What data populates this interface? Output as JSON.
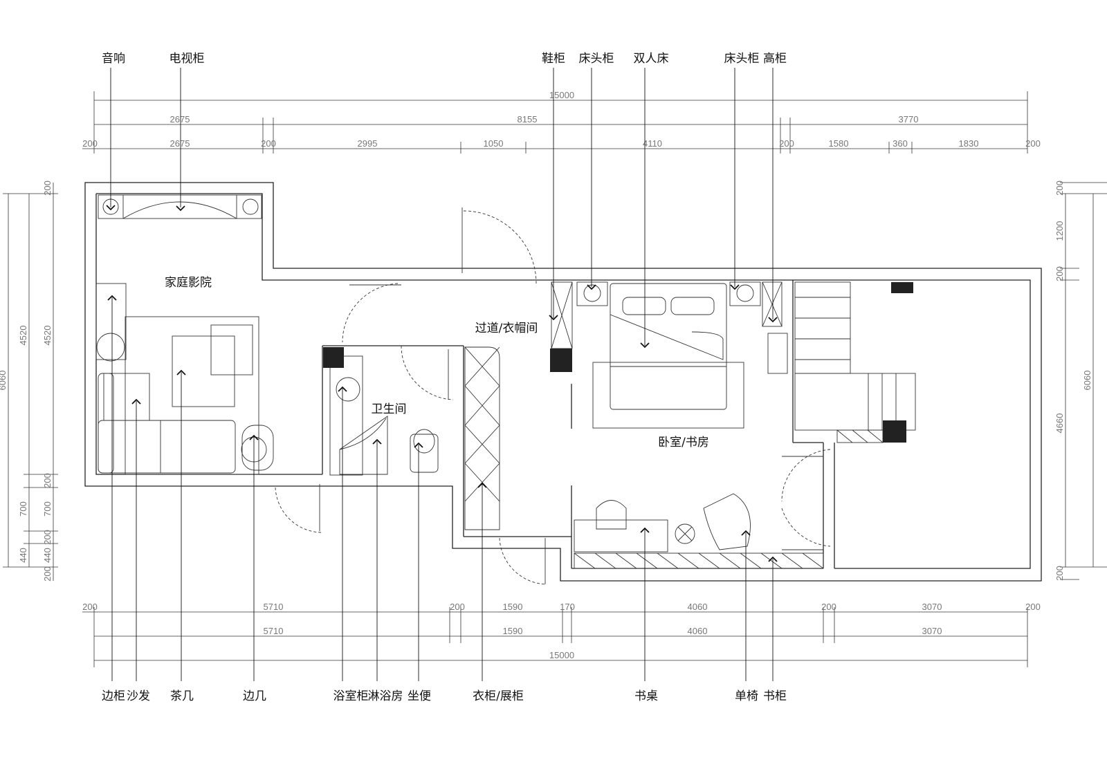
{
  "labels_top": [
    "音响",
    "电视柜",
    "鞋柜",
    "床头柜",
    "双人床",
    "床头柜",
    "高柜"
  ],
  "labels_bottom": [
    "边柜",
    "沙发",
    "茶几",
    "边几",
    "浴室柜",
    "淋浴房",
    "坐便",
    "衣柜/展柜",
    "书桌",
    "单椅",
    "书柜"
  ],
  "rooms": [
    "家庭影院",
    "过道/衣帽间",
    "卫生间",
    "卧室/书房"
  ],
  "dims_top": {
    "total": "15000",
    "row2": [
      "2675",
      "8155",
      "3770"
    ],
    "row3": [
      "200",
      "2675",
      "200",
      "2995",
      "1050",
      "4110",
      "200",
      "1580",
      "360",
      "1830",
      "200"
    ]
  },
  "dims_bottom": {
    "total": "15000",
    "row1": [
      "200",
      "5710",
      "200",
      "1590",
      "170",
      "4060",
      "200",
      "3070",
      "200"
    ],
    "row2": [
      "5710",
      "1590",
      "4060",
      "3070"
    ]
  },
  "dims_left": {
    "outer": "6060",
    "row2": [
      "4520",
      "700",
      "440"
    ],
    "row3": [
      "200",
      "4520",
      "200",
      "700",
      "200",
      "440",
      "200"
    ]
  },
  "dims_right": {
    "outer": "6060",
    "row": [
      "200",
      "1200",
      "200",
      "4660",
      "200"
    ]
  }
}
